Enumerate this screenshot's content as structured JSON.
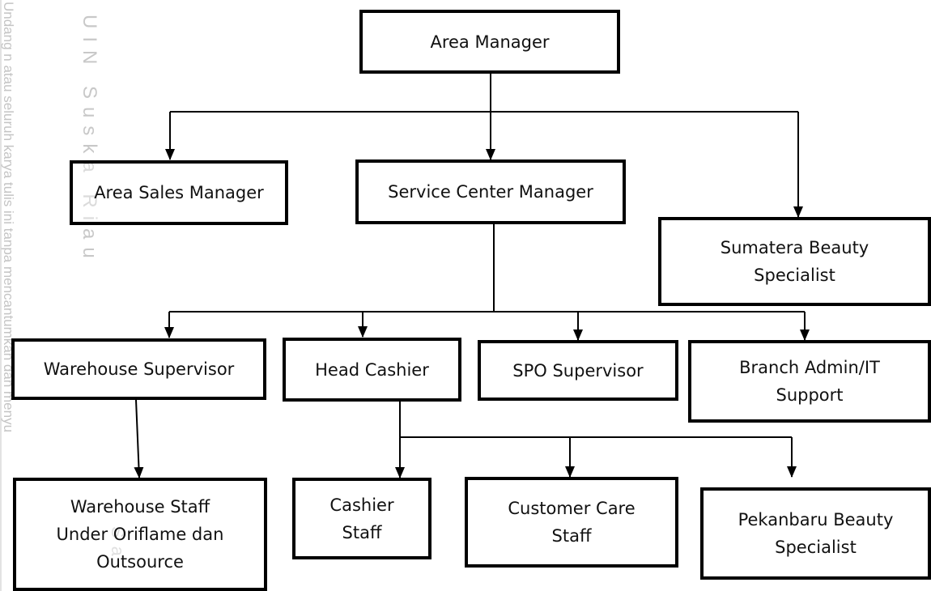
{
  "watermark": {
    "left_text": "Undang  n atau seluruh karya tulis ini tanpa mencantumkan dan menyu",
    "uin_text": "UIN Suska Riau",
    "bottom_text": "Sa"
  },
  "org_chart": {
    "area_manager": "Area Manager",
    "area_sales_manager": "Area Sales Manager",
    "service_center_manager": "Service Center Manager",
    "sumatera_beauty_specialist": "Sumatera Beauty\nSpecialist",
    "warehouse_supervisor": "Warehouse Supervisor",
    "head_cashier": "Head Cashier",
    "spo_supervisor": "SPO Supervisor",
    "branch_admin_it": "Branch Admin/IT\nSupport",
    "warehouse_staff": "Warehouse Staff\nUnder Oriflame dan\nOutsource",
    "cashier_staff": "Cashier\nStaff",
    "customer_care_staff": "Customer Care\nStaff",
    "pekanbaru_beauty_specialist": "Pekanbaru Beauty\nSpecialist"
  },
  "colors": {
    "line": "#000000",
    "watermark": "#c8c8c8"
  }
}
